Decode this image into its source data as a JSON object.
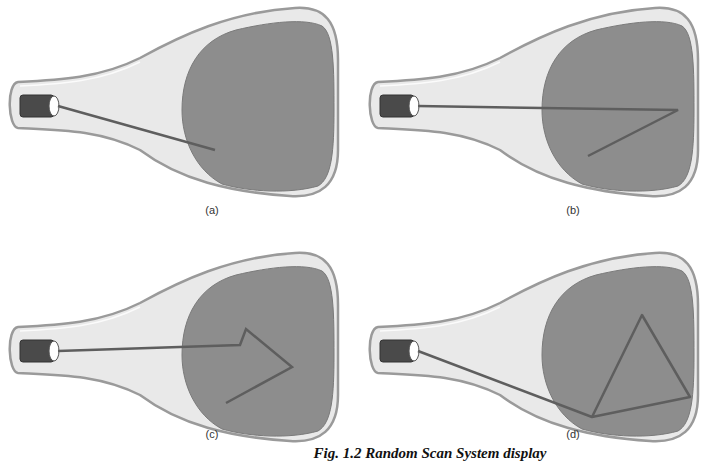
{
  "diagram": {
    "caption": "Fig. 1.2 Random Scan System display",
    "labels": [
      "(a)",
      "(b)",
      "(c)",
      "(d)"
    ]
  }
}
